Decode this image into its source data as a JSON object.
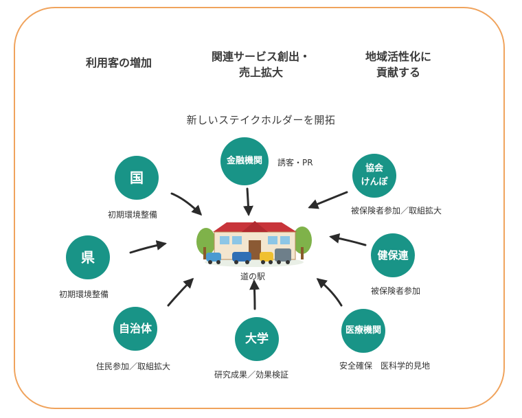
{
  "goals": [
    "利用客の増加",
    "関連サービス創出・\n売上拡大",
    "地域活性化に\n貢献する"
  ],
  "subtitle": "新しいステイクホルダーを開拓",
  "center_label": "道の駅",
  "stakeholders": {
    "kuni": {
      "label": "国",
      "caption": "初期環境整備"
    },
    "ken": {
      "label": "県",
      "caption": "初期環境整備"
    },
    "jichitai": {
      "label": "自治体",
      "caption": "住民参加／取組拡大"
    },
    "daigaku": {
      "label": "大学",
      "caption": "研究成果／効果検証"
    },
    "iryo": {
      "label": "医療機関",
      "caption": "安全確保　医科学的見地"
    },
    "kenporen": {
      "label": "健保連",
      "caption": "被保険者参加"
    },
    "kyokai": {
      "label": "協会\nけんぽ",
      "caption": "被保険者参加／取組拡大"
    },
    "kinyu": {
      "label": "金融機関",
      "caption": "誘客・PR"
    }
  },
  "colors": {
    "node": "#199487",
    "frame": "#f0a35c",
    "arrow": "#2b2b2b"
  }
}
